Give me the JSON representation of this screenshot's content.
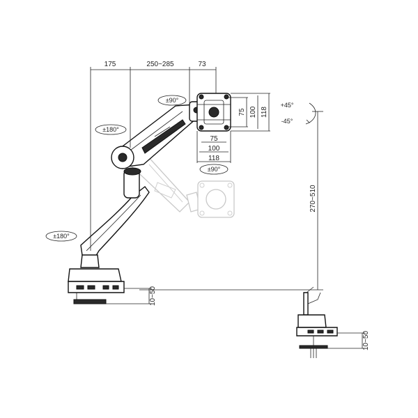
{
  "top_dims": {
    "d1": "175",
    "d2": "250~285",
    "d3": "73"
  },
  "vesa_side": {
    "v1": "75",
    "v2": "100",
    "v3": "118"
  },
  "vesa_bottom": {
    "h1": "75",
    "h2": "100",
    "h3": "118"
  },
  "rotations": {
    "head_swivel": "±90°",
    "upper_joint": "±180°",
    "base_joint": "±180°",
    "head_rotate": "±90°",
    "tilt_up": "+45°",
    "tilt_down": "-45°"
  },
  "height_range": "270~510",
  "clamp_left": "10~50",
  "clamp_right": "10~50",
  "colors": {
    "line": "#222222",
    "ghost": "#c8c8c8",
    "dark": "#2a2a2a"
  }
}
